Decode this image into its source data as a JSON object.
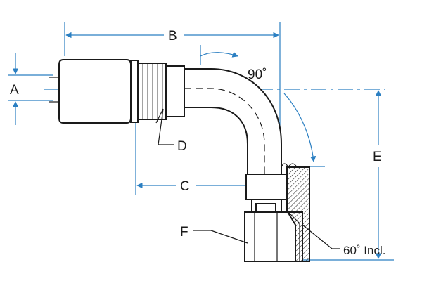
{
  "diagram": {
    "labels": {
      "A": "A",
      "B": "B",
      "C": "C",
      "D": "D",
      "E": "E",
      "F": "F",
      "angle_90": "90˚",
      "angle_60": "60˚ Incl."
    },
    "colors": {
      "dimension": "#2b7fc2",
      "outline": "#1a1a1a",
      "background": "#ffffff"
    }
  }
}
